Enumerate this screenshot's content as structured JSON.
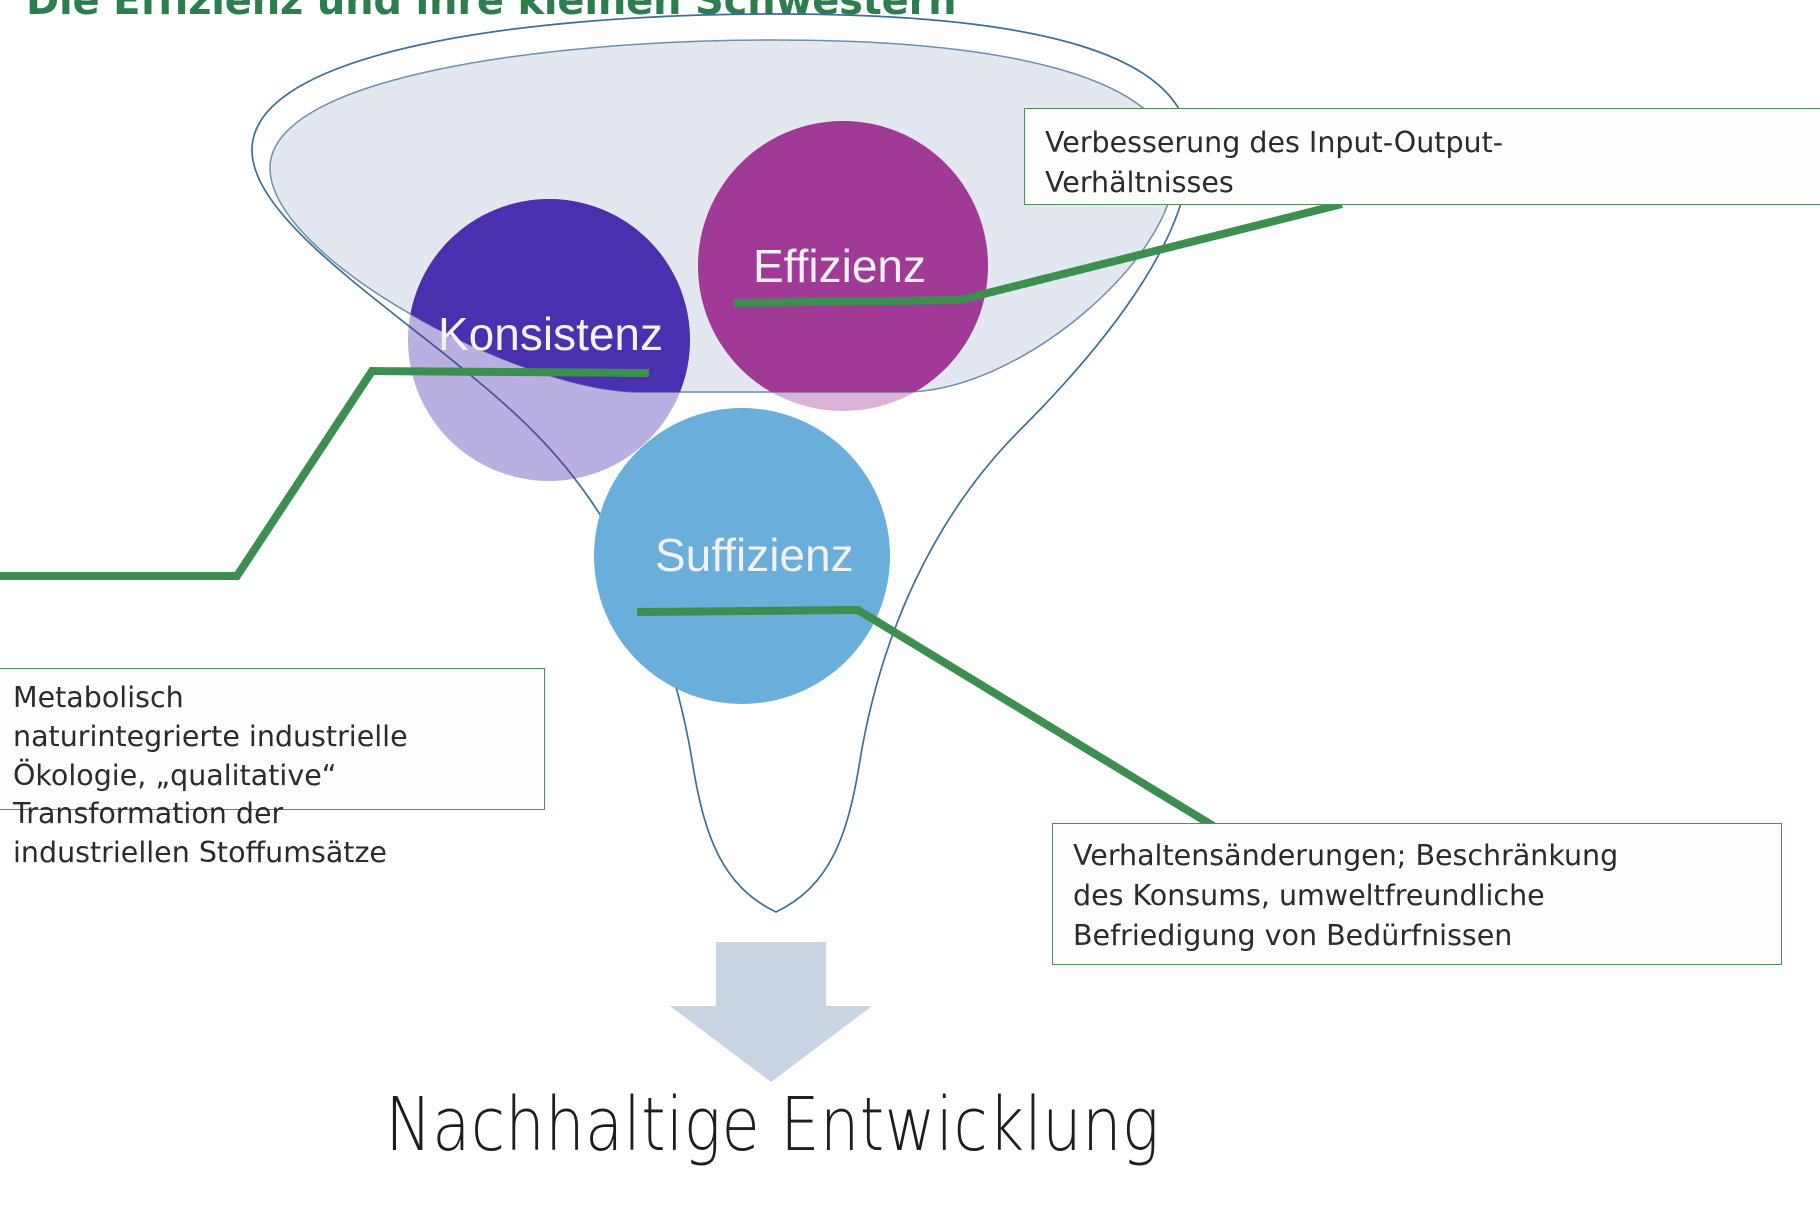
{
  "title": "Die Effizienz und ihre kleinen Schwestern",
  "outcome": "Nachhaltige Entwicklung",
  "colors": {
    "title_green": "#2e7d4f",
    "connector_green": "#3d8f50",
    "callout_border": "#4f8f5f",
    "funnel_outline": "#3f6f93",
    "funnel_fill": "#e3e8f0",
    "konsistenz": "#4a2fae",
    "effizienz": "#a03a96",
    "suffizienz": "#6aaedc",
    "arrow": "#c8d3e3",
    "circle_label_text": "#f2f2f2"
  },
  "circles": [
    {
      "key": "konsistenz",
      "label": "Konsistenz",
      "color": "#4a2fae"
    },
    {
      "key": "effizienz",
      "label": "Effizienz",
      "color": "#a03a96"
    },
    {
      "key": "suffizienz",
      "label": "Suffizienz",
      "color": "#6aaedc"
    }
  ],
  "callouts": {
    "effizienz": {
      "target": "Effizienz",
      "lines": [
        "Verbesserung des Input-Output-",
        "Verhältnisses"
      ],
      "text": "Verbesserung des Input-Output-Verhältnisses"
    },
    "konsistenz": {
      "target": "Konsistenz",
      "lines": [
        "Metabolisch",
        "naturintegrierte industrielle",
        "Ökologie, „qualitative“",
        "Transformation der",
        "industriellen Stoffumsätze"
      ],
      "text": "Metabolisch naturintegrierte industrielle Ökologie, „qualitative“ Transformation der industriellen Stoffumsätze"
    },
    "suffizienz": {
      "target": "Suffizienz",
      "lines": [
        "Verhaltensänderungen; Beschränkung",
        "des Konsums, umweltfreundliche",
        "Befriedigung von Bedürfnissen"
      ],
      "text": "Verhaltensänderungen; Beschränkung des Konsums, umweltfreundliche Befriedigung von Bedürfnissen"
    }
  },
  "icons": {
    "down_arrow": "down-arrow-icon",
    "funnel": "funnel-shape-icon"
  }
}
